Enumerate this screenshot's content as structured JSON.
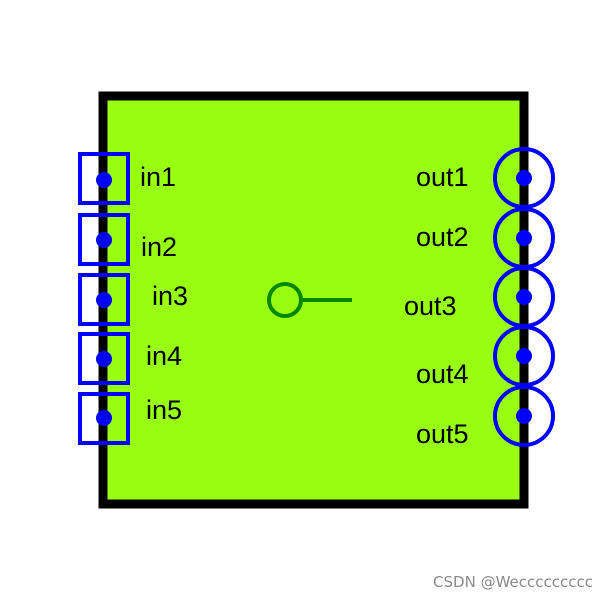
{
  "block": {
    "fill": "#99ff11",
    "border": "#000000",
    "port_color": "#0000ff",
    "symbol_color": "#008800"
  },
  "inputs": [
    {
      "label": "in1"
    },
    {
      "label": "in2"
    },
    {
      "label": "in3"
    },
    {
      "label": "in4"
    },
    {
      "label": "in5"
    }
  ],
  "outputs": [
    {
      "label": "out1"
    },
    {
      "label": "out2"
    },
    {
      "label": "out3"
    },
    {
      "label": "out4"
    },
    {
      "label": "out5"
    }
  ],
  "center_symbol": "circle-with-line",
  "watermark": "CSDN @Weccccccccc"
}
